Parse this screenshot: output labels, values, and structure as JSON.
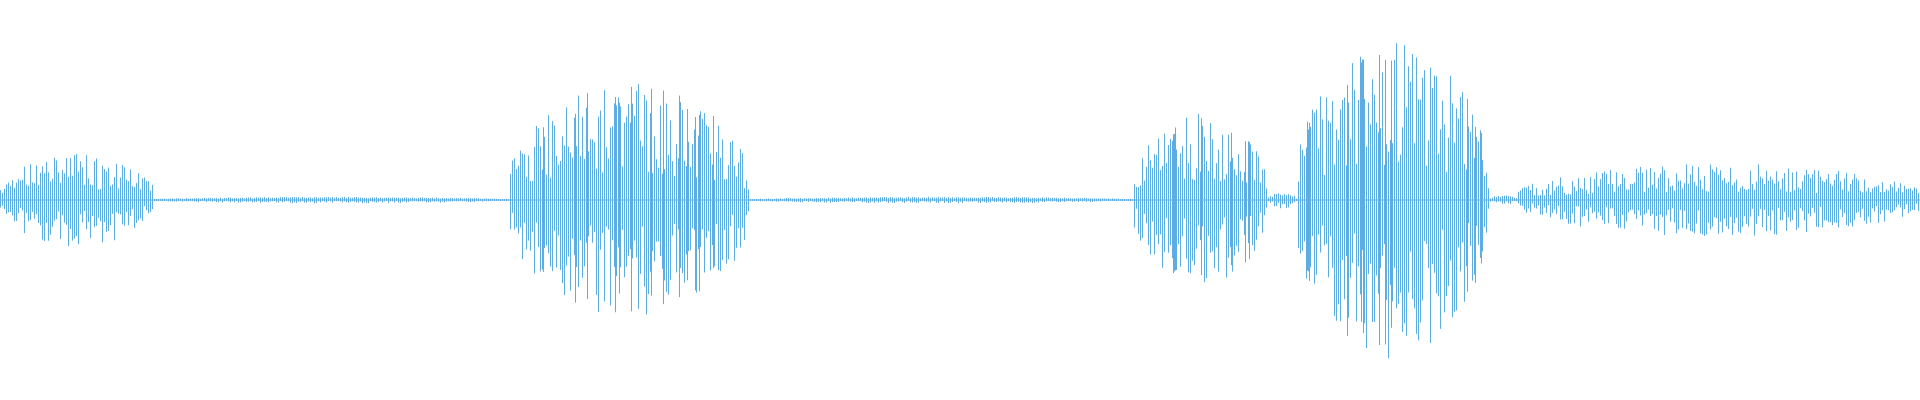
{
  "waveform": {
    "color": "#5DADE2",
    "background": "#FFFFFF",
    "segments": [
      {
        "start": 0.0,
        "end": 0.08,
        "level": 0.28,
        "label": "sound-burst-1"
      },
      {
        "start": 0.08,
        "end": 0.265,
        "level": 0.02,
        "label": "quiet-gap-1"
      },
      {
        "start": 0.265,
        "end": 0.39,
        "level": 0.7,
        "label": "sound-burst-2"
      },
      {
        "start": 0.39,
        "end": 0.59,
        "level": 0.02,
        "label": "quiet-gap-2"
      },
      {
        "start": 0.59,
        "end": 0.66,
        "level": 0.52,
        "label": "sound-burst-3"
      },
      {
        "start": 0.66,
        "end": 0.675,
        "level": 0.05,
        "label": "quiet-gap-3"
      },
      {
        "start": 0.675,
        "end": 0.775,
        "level": 0.95,
        "label": "sound-burst-4"
      },
      {
        "start": 0.775,
        "end": 0.79,
        "level": 0.03,
        "label": "quiet-gap-4"
      },
      {
        "start": 0.79,
        "end": 1.0,
        "level": 0.22,
        "label": "sound-burst-5"
      }
    ]
  }
}
